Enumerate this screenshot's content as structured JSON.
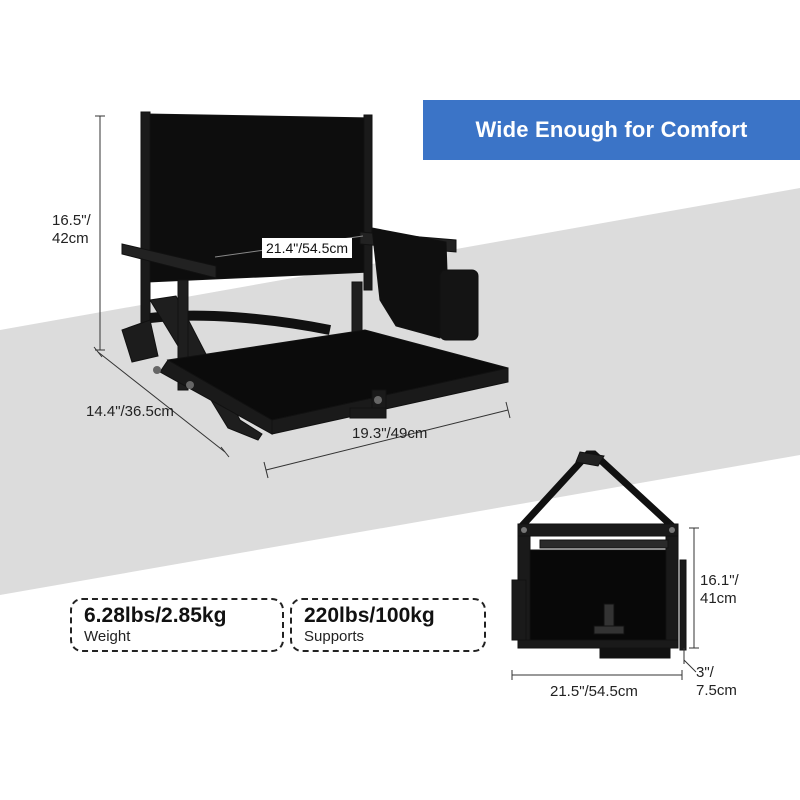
{
  "banner": {
    "text": "Wide Enough for Comfort",
    "color": "#3b74c7"
  },
  "dimensions": {
    "back_height": {
      "line1": "16.5\"/",
      "line2": "42cm"
    },
    "seat_width_label": "21.4\"/54.5cm",
    "seat_depth": "14.4\"/36.5cm",
    "seat_width": "19.3\"/49cm",
    "folded_height": {
      "line1": "16.1\"/",
      "line2": "41cm"
    },
    "folded_width": "21.5\"/54.5cm",
    "folded_thickness": {
      "line1": "3\"/",
      "line2": "7.5cm"
    }
  },
  "specs": [
    {
      "value": "6.28lbs/2.85kg",
      "label": "Weight"
    },
    {
      "value": "220lbs/100kg",
      "label": "Supports"
    }
  ],
  "colors": {
    "stripe": "#dcdcdc",
    "product": "#111111",
    "line": "#333333"
  }
}
